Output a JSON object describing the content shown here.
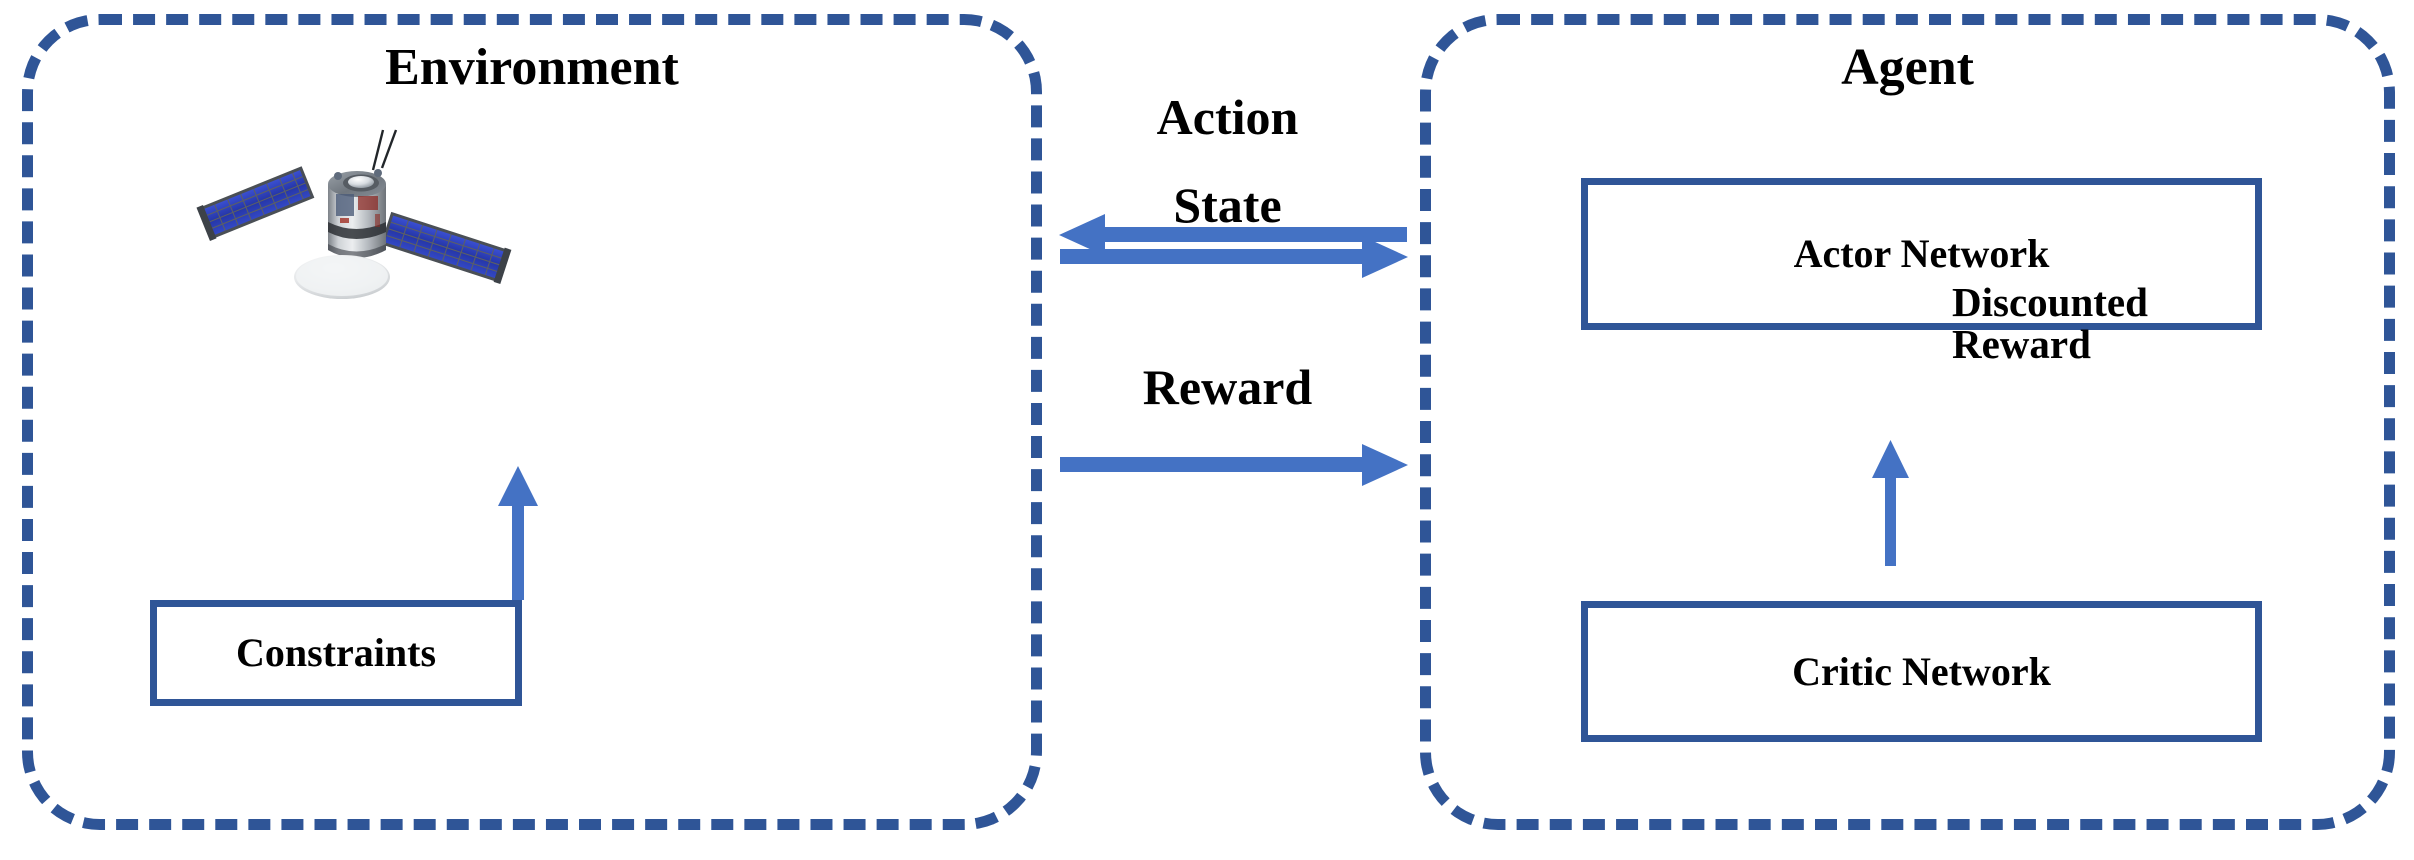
{
  "diagram": {
    "title": "Reinforcement Learning Agent-Environment Loop with Satellite",
    "colors": {
      "dashed_border": "#2f5597",
      "box_border": "#2f5597",
      "arrow": "#4472c4",
      "text": "#000000",
      "background": "#ffffff",
      "solar_panel": "#2a3faa",
      "satellite_body": "#b9bcc0"
    },
    "panels": [
      {
        "id": "environment",
        "label": "Environment",
        "style": "dashed-rounded"
      },
      {
        "id": "agent",
        "label": "Agent",
        "style": "dashed-rounded"
      }
    ],
    "boxes": [
      {
        "id": "constraints",
        "label": "Constraints",
        "panel": "environment"
      },
      {
        "id": "actor-network",
        "label": "Actor Network",
        "panel": "agent"
      },
      {
        "id": "critic-network",
        "label": "Critic Network",
        "panel": "agent"
      }
    ],
    "images": [
      {
        "id": "satellite",
        "name": "satellite-illustration",
        "panel": "environment"
      }
    ],
    "arrows": [
      {
        "id": "action",
        "label": "Action",
        "direction": "right-to-left",
        "from": "agent",
        "to": "environment"
      },
      {
        "id": "state",
        "label": "State",
        "direction": "left-to-right",
        "from": "environment",
        "to": "agent"
      },
      {
        "id": "reward",
        "label": "Reward",
        "direction": "left-to-right",
        "from": "environment",
        "to": "agent"
      },
      {
        "id": "discounted-reward",
        "label": "Discounted\nReward",
        "direction": "bottom-to-top",
        "from": "critic-network",
        "to": "actor-network"
      },
      {
        "id": "constraints-to-satellite",
        "label": "",
        "direction": "bottom-to-top",
        "from": "constraints",
        "to": "satellite"
      }
    ]
  }
}
